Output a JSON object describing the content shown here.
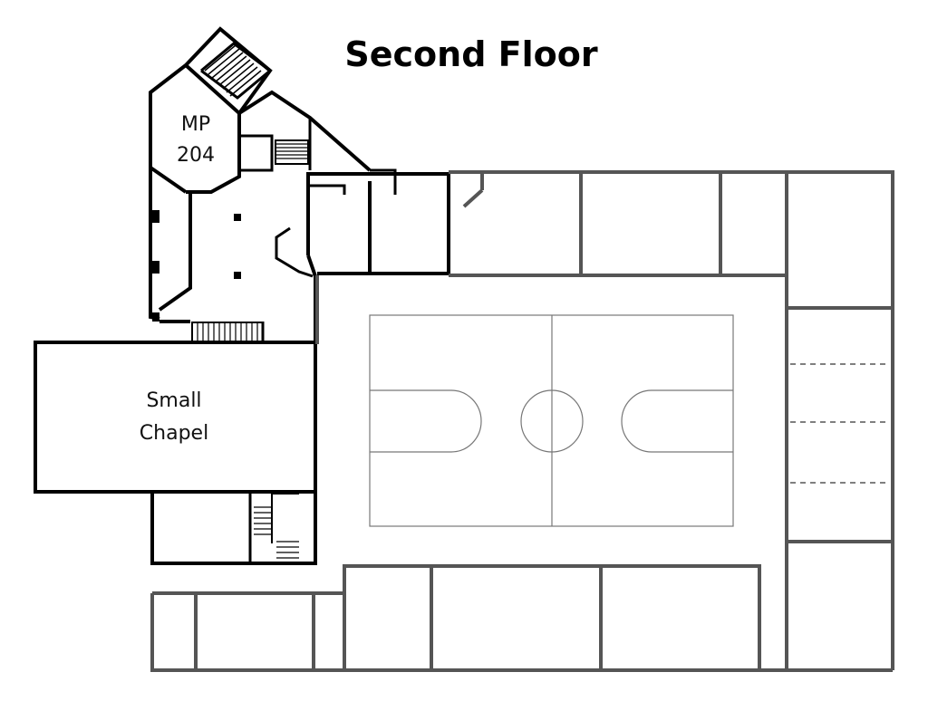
{
  "title": "Second Floor",
  "rooms": {
    "mp204": {
      "line1": "MP",
      "line2": "204"
    },
    "small_chapel": {
      "line1": "Small",
      "line2": "Chapel"
    }
  },
  "colors": {
    "wall": "#000000",
    "wall_light": "#555555",
    "court_line": "#777777",
    "background": "#ffffff"
  }
}
